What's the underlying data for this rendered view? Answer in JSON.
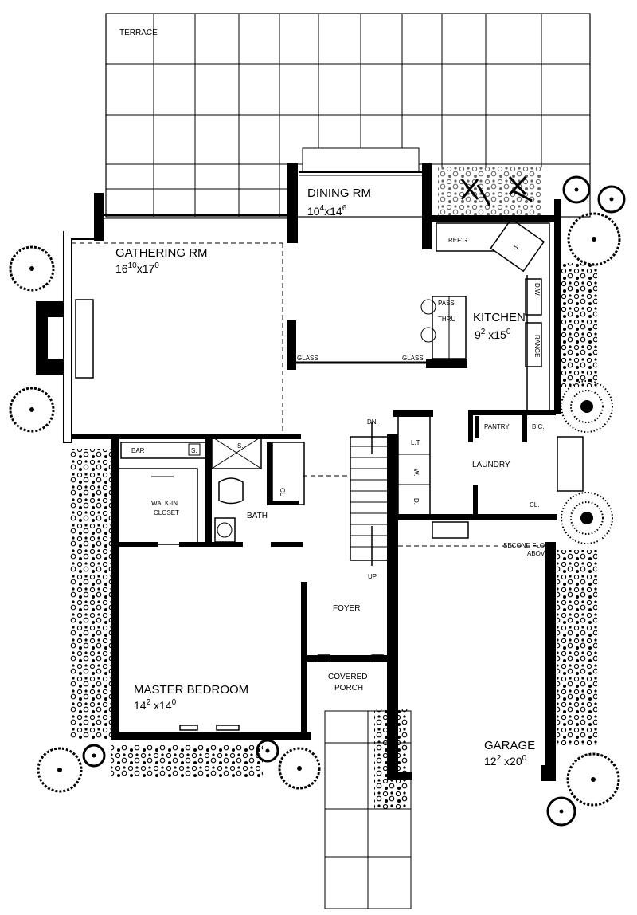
{
  "rooms": {
    "terrace": {
      "label": "TERRACE"
    },
    "dining": {
      "label": "DINING RM",
      "dim_a": "10",
      "dim_a_sup": "4",
      "dim_b": "x14",
      "dim_b_sup": "6"
    },
    "gathering": {
      "label": "GATHERING RM",
      "dim_a": "16",
      "dim_a_sup": "10",
      "dim_b": "x17",
      "dim_b_sup": "0"
    },
    "kitchen": {
      "label": "KITCHEN",
      "dim_a": "9",
      "dim_a_sup": "2",
      "dim_b": " x15",
      "dim_b_sup": "0"
    },
    "master": {
      "label": "MASTER BEDROOM",
      "dim_a": "14",
      "dim_a_sup": "2",
      "dim_b": " x14",
      "dim_b_sup": "0"
    },
    "garage": {
      "label": "GARAGE",
      "dim_a": "12",
      "dim_a_sup": "2",
      "dim_b": " x20",
      "dim_b_sup": "0"
    },
    "laundry": {
      "label": "LAUNDRY"
    },
    "foyer": {
      "label": "FOYER"
    },
    "bath": {
      "label": "BATH"
    },
    "pantry": {
      "label": "PANTRY"
    },
    "porch": {
      "line1": "COVERED",
      "line2": "PORCH"
    },
    "closet": {
      "line1": "WALK-IN",
      "line2": "CLOSET"
    }
  },
  "fixtures": {
    "refg": "REF'G",
    "sink": "S.",
    "dw": "D.W.",
    "range": "RANGE",
    "pass_1": "PASS",
    "pass_2": "THRU",
    "glass_left": "GLASS",
    "glass_right": "GLASS",
    "bar": "BAR",
    "bar_sink": "S.",
    "shower": "S.",
    "bc": "B.C.",
    "cl_laundry": "CL.",
    "cl_hall": "CL.",
    "washer": "W.",
    "dryer": "D.",
    "lt": "L.T.",
    "stair_dn": "DN.",
    "stair_up": "UP",
    "second_floor_1": "SECOND FLOOR",
    "second_floor_2": "ABOVE"
  }
}
